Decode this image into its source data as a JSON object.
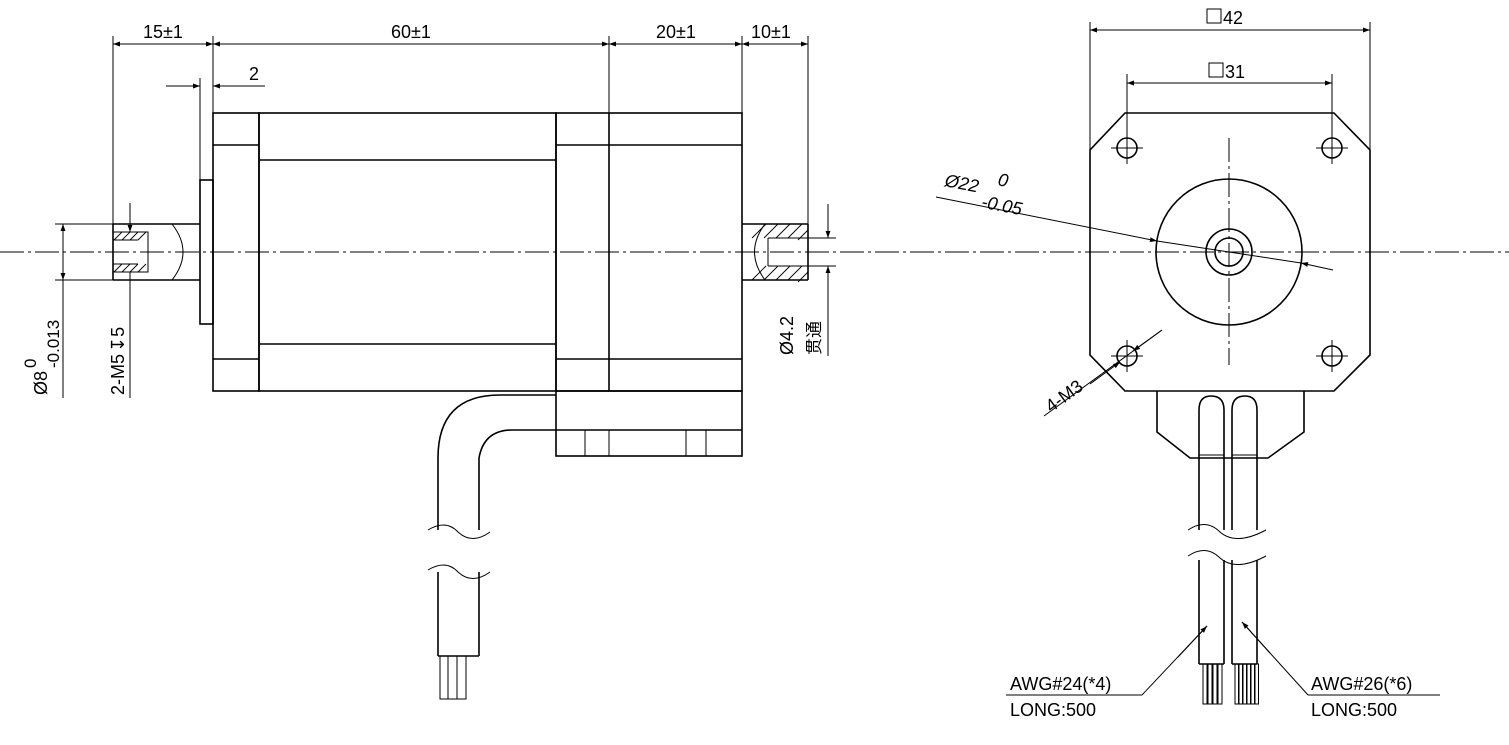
{
  "side_view": {
    "dims": {
      "d15": "15±1",
      "d60": "60±1",
      "d20": "20±1",
      "d10": "10±1",
      "d2": "2"
    },
    "shaft": {
      "dia": "Ø8",
      "tol_upper": "0",
      "tol_lower": "-0.013",
      "thread": "2-M5",
      "thread_depth": "5"
    },
    "rear_shaft": {
      "hole": "Ø4.2",
      "through": "贯通"
    }
  },
  "front_view": {
    "square_outer": "42",
    "square_inner": "31",
    "boss": {
      "dia": "Ø22",
      "tol_upper": "0",
      "tol_lower": "-0.05"
    },
    "holes": "4-M3"
  },
  "cables": {
    "left": {
      "spec": "AWG#24(*4)",
      "length": "LONG:500"
    },
    "right": {
      "spec": "AWG#26(*6)",
      "length": "LONG:500"
    }
  }
}
